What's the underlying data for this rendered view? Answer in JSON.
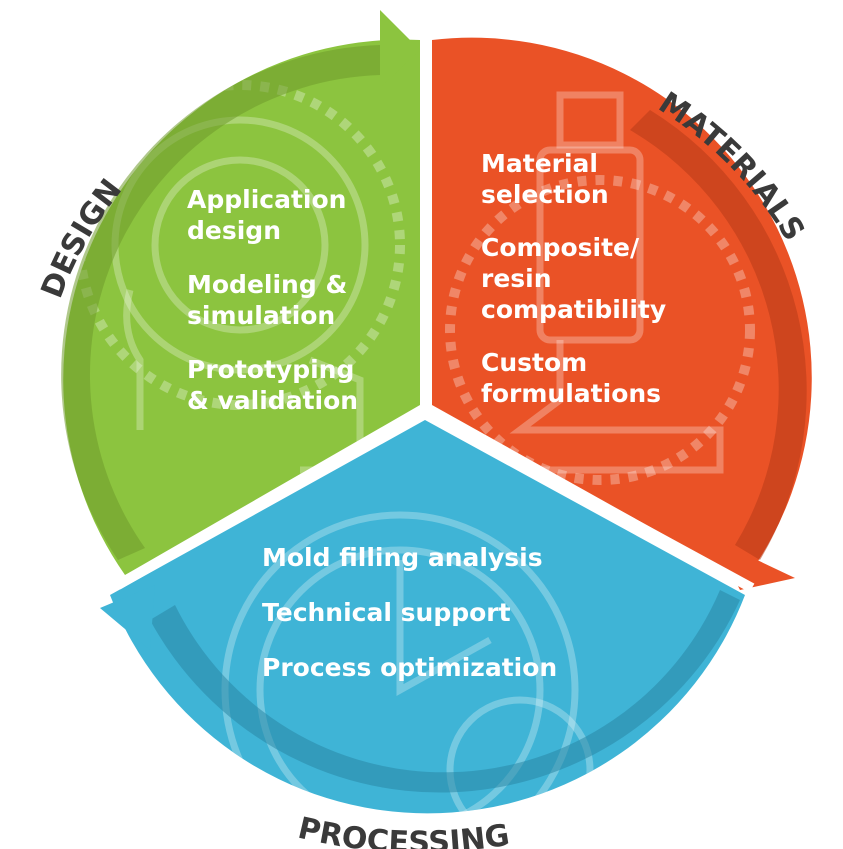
{
  "colors": {
    "design": "#8cc43f",
    "design_dark": "#6f9a2c",
    "materials": "#ea5226",
    "materials_dark": "#b63a17",
    "processing": "#3fb4d6",
    "processing_dark": "#2a87a5",
    "label": "#3a3a3a"
  },
  "design": {
    "label": "DESIGN",
    "items": [
      [
        "Application",
        "design"
      ],
      [
        "Modeling &",
        "simulation"
      ],
      [
        "Prototyping",
        "& validation"
      ]
    ]
  },
  "materials": {
    "label": "MATERIALS",
    "items": [
      [
        "Material",
        "selection"
      ],
      [
        "Composite/",
        "resin",
        "compatibility"
      ],
      [
        "Custom",
        "formulations"
      ]
    ]
  },
  "processing": {
    "label": "PROCESSING",
    "items": [
      [
        "Mold filling analysis"
      ],
      [
        "Technical support"
      ],
      [
        "Process optimization"
      ]
    ]
  }
}
